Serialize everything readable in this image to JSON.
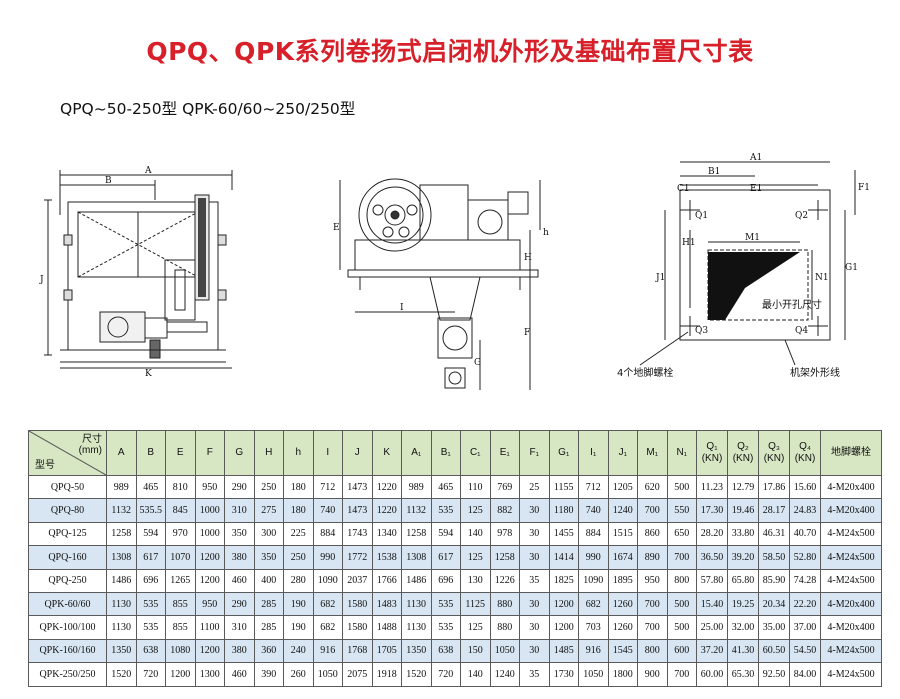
{
  "title": "QPQ、QPK系列卷扬式启闭机外形及基础布置尺寸表",
  "subtitle": "QPQ~50-250型    QPK-60/60~250/250型",
  "drawing": {
    "left_labels": {
      "A": "A",
      "B": "B",
      "J": "J",
      "K": "K"
    },
    "mid_labels": {
      "E": "E",
      "h": "h",
      "H": "H",
      "I": "I",
      "F": "F",
      "G": "G"
    },
    "right_labels": {
      "A1": "A1",
      "B1": "B1",
      "C1": "C1",
      "E1": "E1",
      "F1": "F1",
      "G1": "G1",
      "H1": "H1",
      "J1": "J1",
      "M1": "M1",
      "N1": "N1",
      "Q1": "Q1",
      "Q2": "Q2",
      "Q3": "Q3",
      "Q4": "Q4"
    },
    "min_opening_note": "最小开孔尺寸",
    "anchor_bolt_note": "4个地脚螺栓",
    "frame_outline_note": "机架外形线"
  },
  "table": {
    "corner_top": "尺寸\n(mm)",
    "corner_bottom": "型号",
    "headers": [
      "A",
      "B",
      "E",
      "F",
      "G",
      "H",
      "h",
      "I",
      "J",
      "K",
      "A₁",
      "B₁",
      "C₁",
      "E₁",
      "F₁",
      "G₁",
      "I₁",
      "J₁",
      "M₁",
      "N₁",
      "Q₁\n(KN)",
      "Q₂\n(KN)",
      "Q₃\n(KN)",
      "Q₄\n(KN)",
      "地脚螺栓"
    ],
    "rows": [
      [
        "QPQ-50",
        "989",
        "465",
        "810",
        "950",
        "290",
        "250",
        "180",
        "712",
        "1473",
        "1220",
        "989",
        "465",
        "110",
        "769",
        "25",
        "1155",
        "712",
        "1205",
        "620",
        "500",
        "11.23",
        "12.79",
        "17.86",
        "15.60",
        "4-M20x400"
      ],
      [
        "QPQ-80",
        "1132",
        "535.5",
        "845",
        "1000",
        "310",
        "275",
        "180",
        "740",
        "1473",
        "1220",
        "1132",
        "535",
        "125",
        "882",
        "30",
        "1180",
        "740",
        "1240",
        "700",
        "550",
        "17.30",
        "19.46",
        "28.17",
        "24.83",
        "4-M20x400"
      ],
      [
        "QPQ-125",
        "1258",
        "594",
        "970",
        "1000",
        "350",
        "300",
        "225",
        "884",
        "1743",
        "1340",
        "1258",
        "594",
        "140",
        "978",
        "30",
        "1455",
        "884",
        "1515",
        "860",
        "650",
        "28.20",
        "33.80",
        "46.31",
        "40.70",
        "4-M24x500"
      ],
      [
        "QPQ-160",
        "1308",
        "617",
        "1070",
        "1200",
        "380",
        "350",
        "250",
        "990",
        "1772",
        "1538",
        "1308",
        "617",
        "125",
        "1258",
        "30",
        "1414",
        "990",
        "1674",
        "890",
        "700",
        "36.50",
        "39.20",
        "58.50",
        "52.80",
        "4-M24x500"
      ],
      [
        "QPQ-250",
        "1486",
        "696",
        "1265",
        "1200",
        "460",
        "400",
        "280",
        "1090",
        "2037",
        "1766",
        "1486",
        "696",
        "130",
        "1226",
        "35",
        "1825",
        "1090",
        "1895",
        "950",
        "800",
        "57.80",
        "65.80",
        "85.90",
        "74.28",
        "4-M24x500"
      ],
      [
        "QPK-60/60",
        "1130",
        "535",
        "855",
        "950",
        "290",
        "285",
        "190",
        "682",
        "1580",
        "1483",
        "1130",
        "535",
        "1125",
        "880",
        "30",
        "1200",
        "682",
        "1260",
        "700",
        "500",
        "15.40",
        "19.25",
        "20.34",
        "22.20",
        "4-M20x400"
      ],
      [
        "QPK-100/100",
        "1130",
        "535",
        "855",
        "1100",
        "310",
        "285",
        "190",
        "682",
        "1580",
        "1488",
        "1130",
        "535",
        "125",
        "880",
        "30",
        "1200",
        "703",
        "1260",
        "700",
        "500",
        "25.00",
        "32.00",
        "35.00",
        "37.00",
        "4-M20x400"
      ],
      [
        "QPK-160/160",
        "1350",
        "638",
        "1080",
        "1200",
        "380",
        "360",
        "240",
        "916",
        "1768",
        "1705",
        "1350",
        "638",
        "150",
        "1050",
        "30",
        "1485",
        "916",
        "1545",
        "800",
        "600",
        "37.20",
        "41.30",
        "60.50",
        "54.50",
        "4-M24x500"
      ],
      [
        "QPK-250/250",
        "1520",
        "720",
        "1200",
        "1300",
        "460",
        "390",
        "260",
        "1050",
        "2075",
        "1918",
        "1520",
        "720",
        "140",
        "1240",
        "35",
        "1730",
        "1050",
        "1800",
        "900",
        "700",
        "60.00",
        "65.30",
        "92.50",
        "84.00",
        "4-M24x500"
      ]
    ]
  }
}
